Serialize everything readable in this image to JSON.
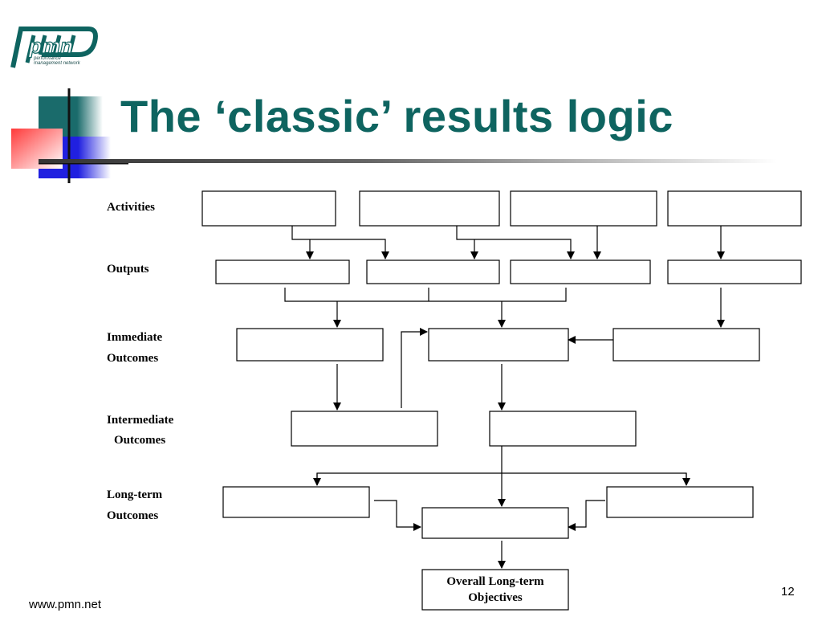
{
  "slide": {
    "title": "The ‘classic’ results logic",
    "logo_text": "pmn",
    "logo_subtitle_1": "performance",
    "logo_subtitle_2": "management network",
    "footer_url": "www.pmn.net",
    "page_number": "12"
  },
  "diagram": {
    "rows": {
      "activities": "Activities",
      "outputs": "Outputs",
      "immediate_1": "Immediate",
      "immediate_2": "Outcomes",
      "intermediate_1": "Intermediate",
      "intermediate_2": "Outcomes",
      "longterm_1": "Long-term",
      "longterm_2": "Outcomes"
    },
    "final_box_1": "Overall Long-term",
    "final_box_2": "Objectives"
  },
  "colors": {
    "title": "#0e6460",
    "logo": "#0e6460",
    "deco_teal": "#1a6b6b",
    "deco_red": "#ff4a4a",
    "deco_blue": "#2323e0"
  }
}
